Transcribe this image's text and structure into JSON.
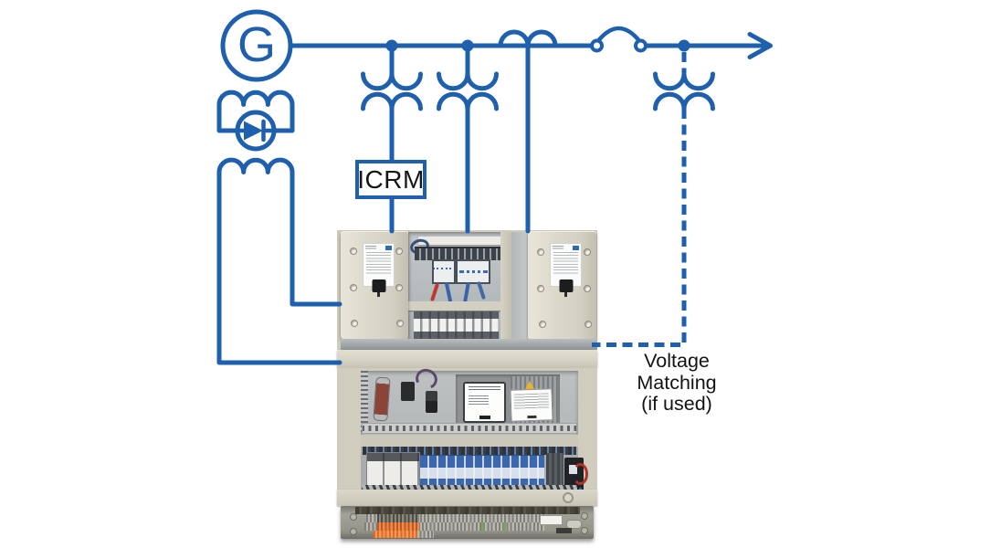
{
  "diagram": {
    "generator_label": "G",
    "icrm_label": "ICRM",
    "voltage_matching_line1": "Voltage",
    "voltage_matching_line2": "Matching",
    "voltage_matching_line3": "(if used)",
    "colors": {
      "line_blue": "#1e5fae",
      "label_text": "#131313",
      "background": "#ffffff"
    },
    "symbols": [
      "generator-circle",
      "exciter-winding",
      "rotating-rectifier-diode",
      "field-winding",
      "voltage-transformer-left",
      "voltage-transformer-right",
      "current-transformer",
      "generator-breaker",
      "system-bus-arrow",
      "voltage-matching-transformer-dashed"
    ]
  },
  "cabinet": {
    "kind": "excitation-control-cabinet-photo",
    "palette": {
      "panel_beige": "#d6d2c3",
      "interior_gray": "#aeb1b1",
      "terminal_blue": "#3b68ad",
      "terminal_orange": "#e06a28",
      "module_white": "#fdfdfc",
      "plate_gray": "#96958b"
    }
  }
}
